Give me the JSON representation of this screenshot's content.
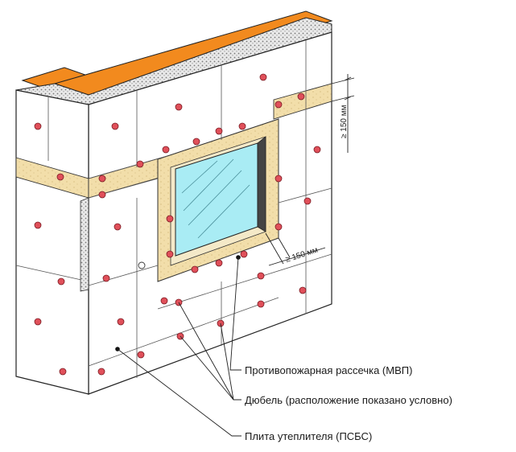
{
  "labels": {
    "fire_break": "Противопожарная рассечка (МВП)",
    "dowel": "Дюбель (расположение показано условно)",
    "insulation_board": "Плита утеплителя (ПСБС)"
  },
  "dimensions": {
    "top_dim": "≥ 150 мм",
    "window_dim": "≥ 150 мм"
  },
  "colors": {
    "cap": "#f28a1e",
    "fire_break": "#f2deaa",
    "dowel": "#e0505a",
    "glass": "#a9ecf4",
    "masonry": "#d8d8d8",
    "line": "#222222"
  }
}
